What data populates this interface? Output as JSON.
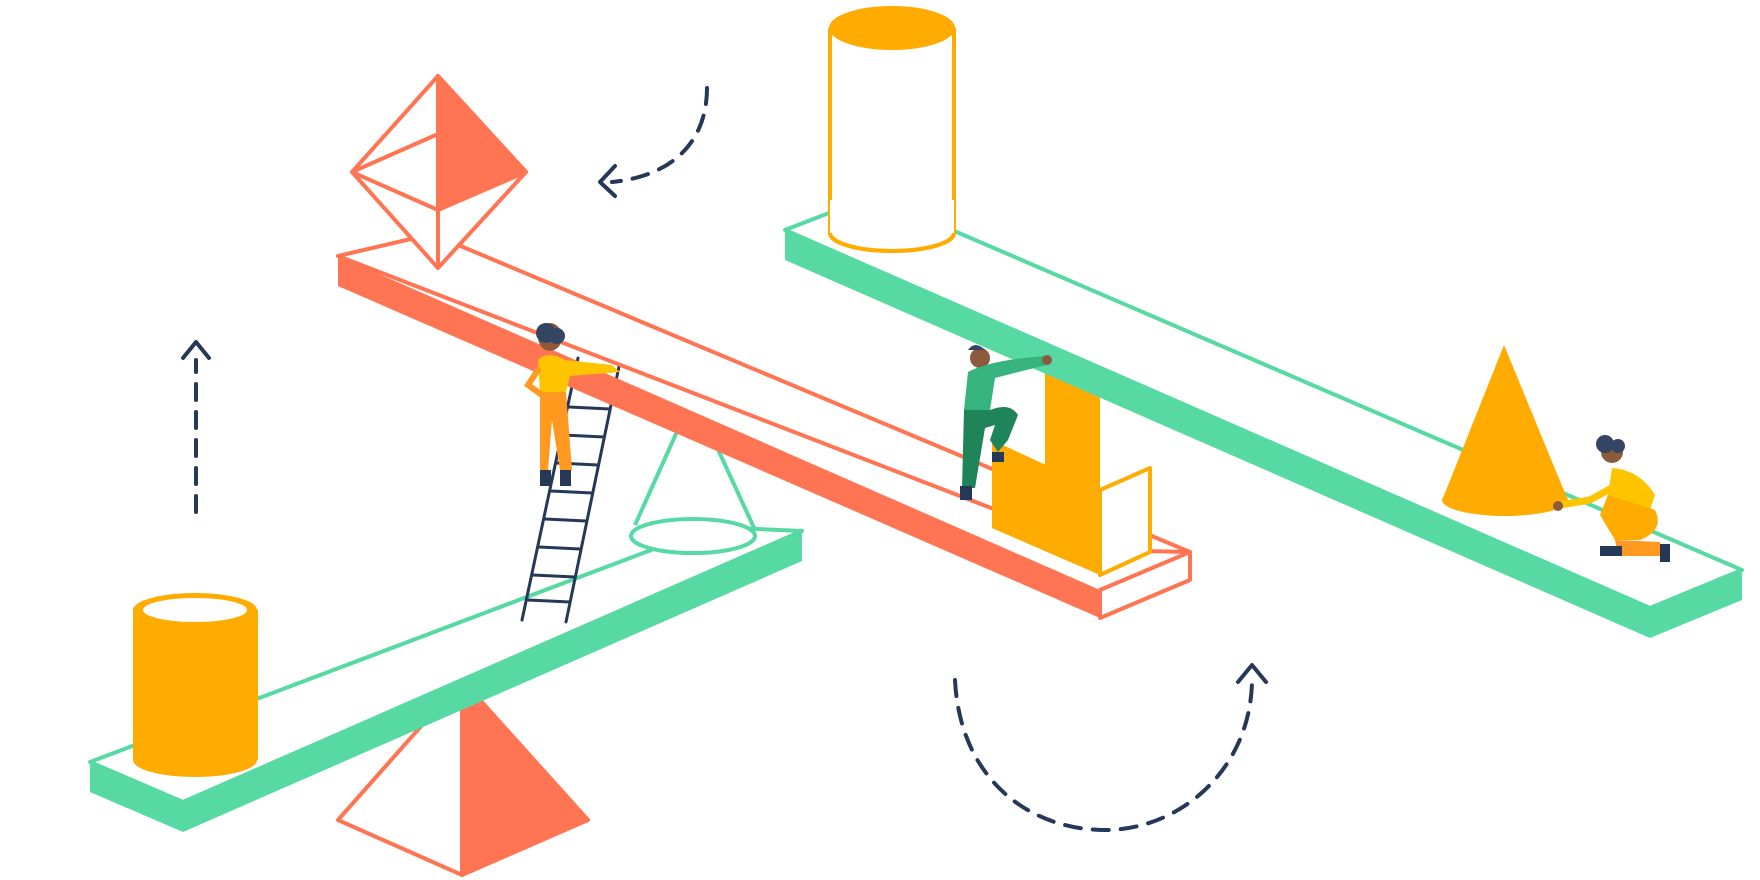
{
  "palette": {
    "coral": "#FF7452",
    "green": "#57D9A3",
    "yellow": "#FFAB00",
    "navy": "#253858",
    "white": "#FFFFFF",
    "figure_green_dark": "#1F845A",
    "figure_green_light": "#36B37E",
    "figure_yellow": "#FFC400",
    "figure_orange": "#FF991F",
    "skin": "#8C5A3C"
  },
  "scene": {
    "description_shapes": [
      "octahedron",
      "cylinder",
      "cone",
      "cube",
      "pyramid",
      "pyramid-fulcrum"
    ],
    "figures": [
      "climber-on-ladder",
      "climber-on-block",
      "kneeling-worker"
    ],
    "arrows": [
      "curved-arrow-left",
      "straight-arrow-up",
      "curved-arrow-up"
    ]
  }
}
